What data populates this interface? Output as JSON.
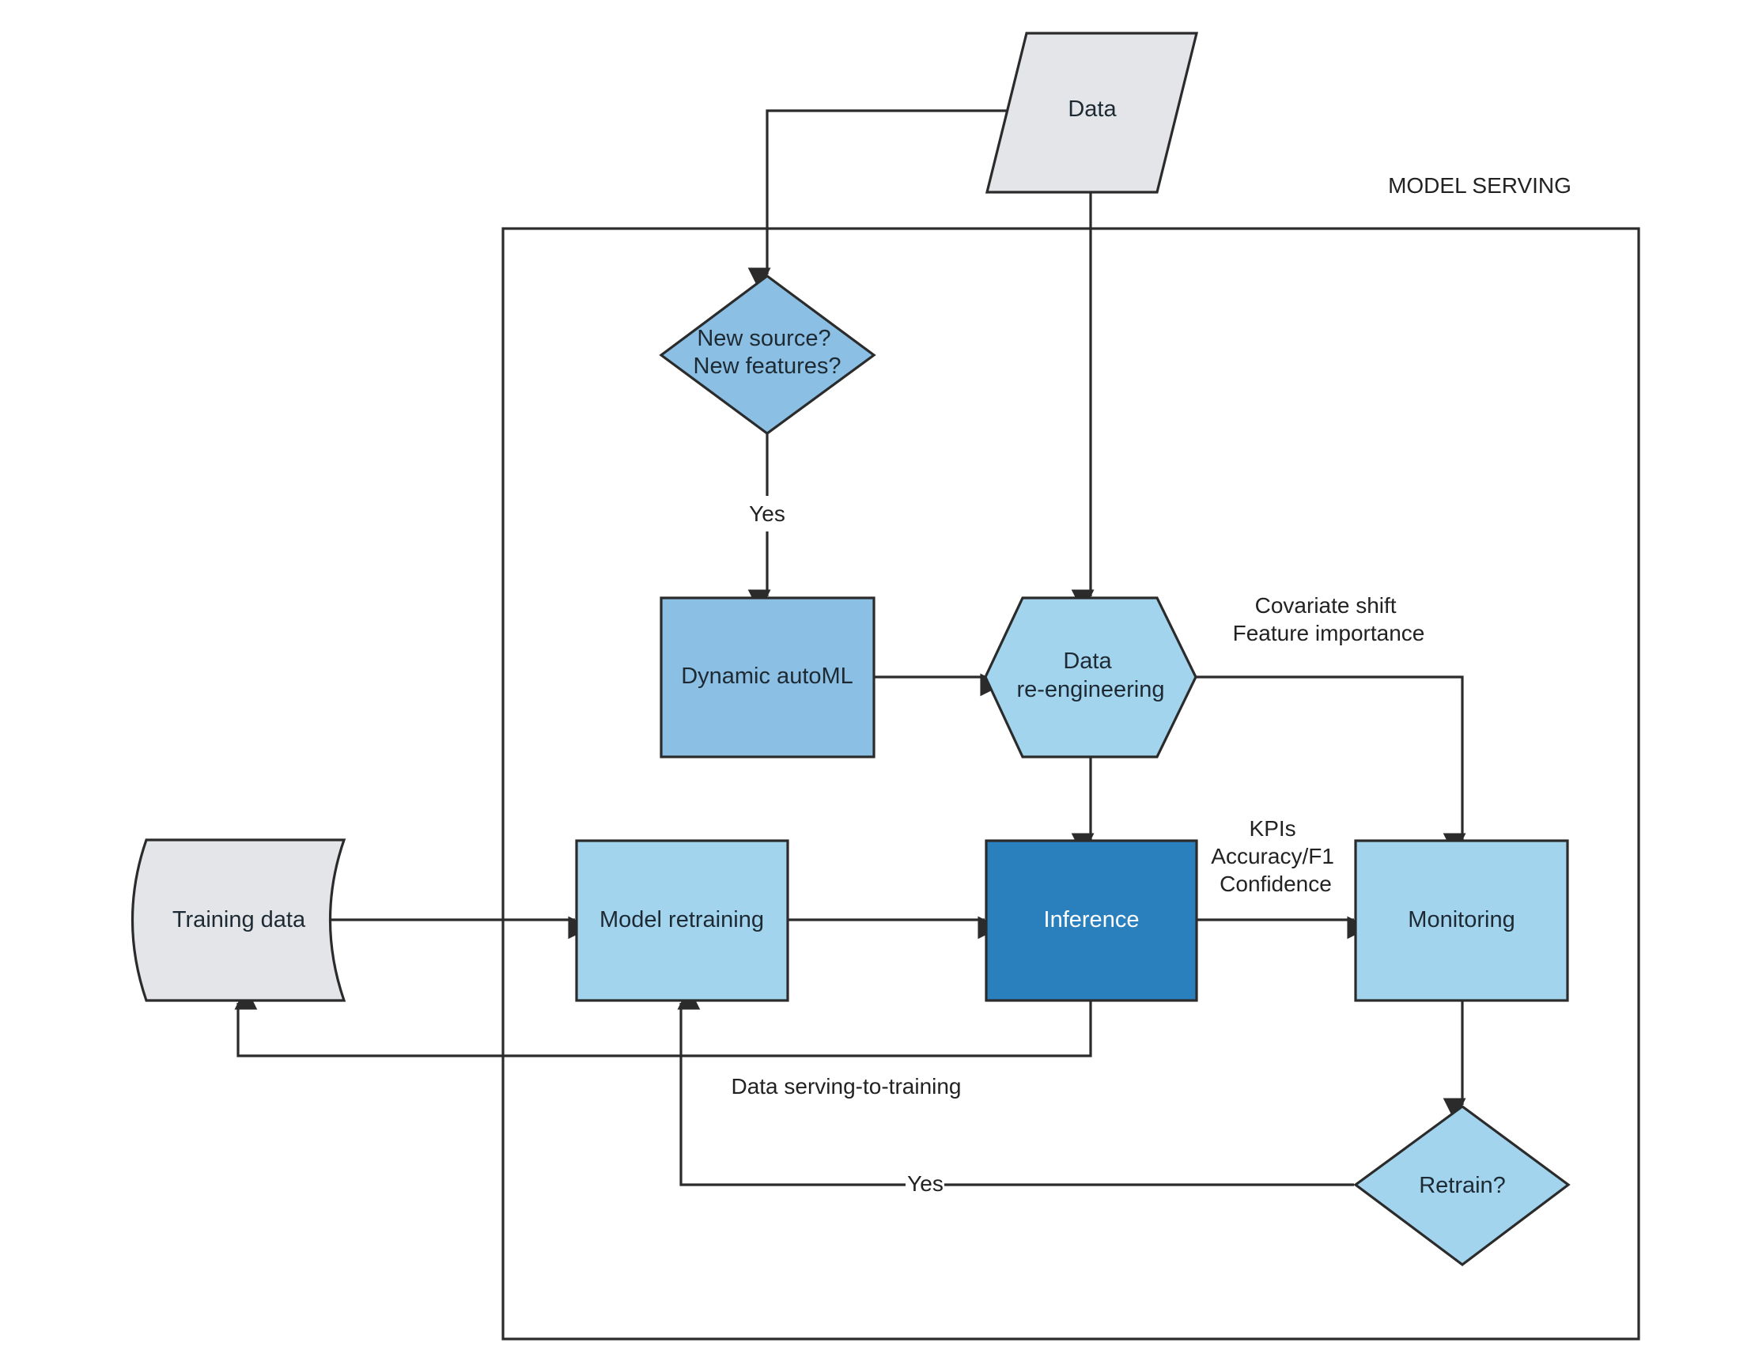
{
  "boundary": {
    "label": "MODEL SERVING"
  },
  "nodes": {
    "data": {
      "label": "Data",
      "color": "#E3E5E8"
    },
    "new_source": {
      "lines": [
        "New source?",
        "New features?"
      ],
      "color": "#8BBFE3"
    },
    "dynamic_automl": {
      "label": "Dynamic autoML",
      "color": "#8BBFE3"
    },
    "data_reengineering": {
      "lines": [
        "Data",
        "re-engineering"
      ],
      "color": "#A2D4EE"
    },
    "training_data": {
      "label": "Training data",
      "color": "#E3E5E8"
    },
    "model_retraining": {
      "label": "Model retraining",
      "color": "#A2D4EE"
    },
    "inference": {
      "label": "Inference",
      "color": "#2A80BC"
    },
    "monitoring": {
      "label": "Monitoring",
      "color": "#A2D4EE"
    },
    "retrain": {
      "label": "Retrain?",
      "color": "#A2D4EE"
    }
  },
  "edge_labels": {
    "yes_new_source": "Yes",
    "covariate": [
      "Covariate shift",
      "Feature importance"
    ],
    "kpis": [
      "KPIs",
      "Accuracy/F1",
      "Confidence"
    ],
    "serving_to_training": "Data serving-to-training",
    "yes_retrain": "Yes"
  }
}
